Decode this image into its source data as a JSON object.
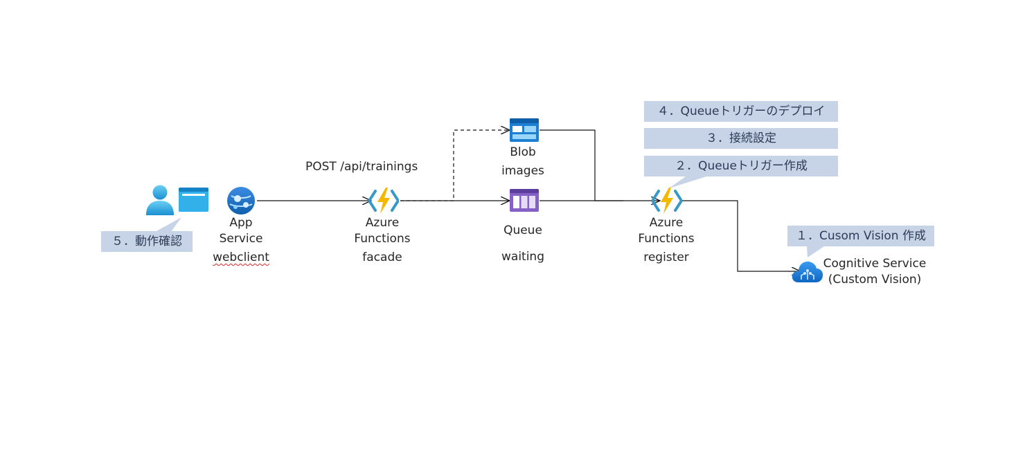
{
  "edge_label_post": "POST /api/trainings",
  "nodes": {
    "app_service": {
      "line1": "App",
      "line2": "Service",
      "line3": "webclient"
    },
    "functions_facade": {
      "line1": "Azure",
      "line2": "Functions",
      "line3": "facade"
    },
    "blob": {
      "line1": "Blob",
      "line2": "images"
    },
    "queue": {
      "line1": "Queue",
      "line2": "waiting"
    },
    "functions_register": {
      "line1": "Azure",
      "line2": "Functions",
      "line3": "register"
    },
    "cognitive": {
      "line1": "Cognitive Service",
      "line2": "(Custom Vision)"
    }
  },
  "callouts": {
    "step1": "１．Cusom Vision 作成",
    "step2": "２．Queueトリガー作成",
    "step3": "３．接続設定",
    "step4": "４．Queueトリガーのデプロイ",
    "step5": "５．動作確認"
  },
  "icons": {
    "user": "user-icon",
    "browser": "browser-window-icon",
    "app_service": "app-service-icon",
    "functions": "azure-functions-icon",
    "blob": "blob-storage-icon",
    "queue": "queue-storage-icon",
    "cognitive": "cognitive-service-cloud-icon"
  },
  "colors": {
    "callout_bg": "#c7d4e8",
    "callout_text": "#2d3a55",
    "azure_blue": "#0078d4",
    "functions_yellow": "#f5b800",
    "queue_purple": "#8661c5"
  }
}
